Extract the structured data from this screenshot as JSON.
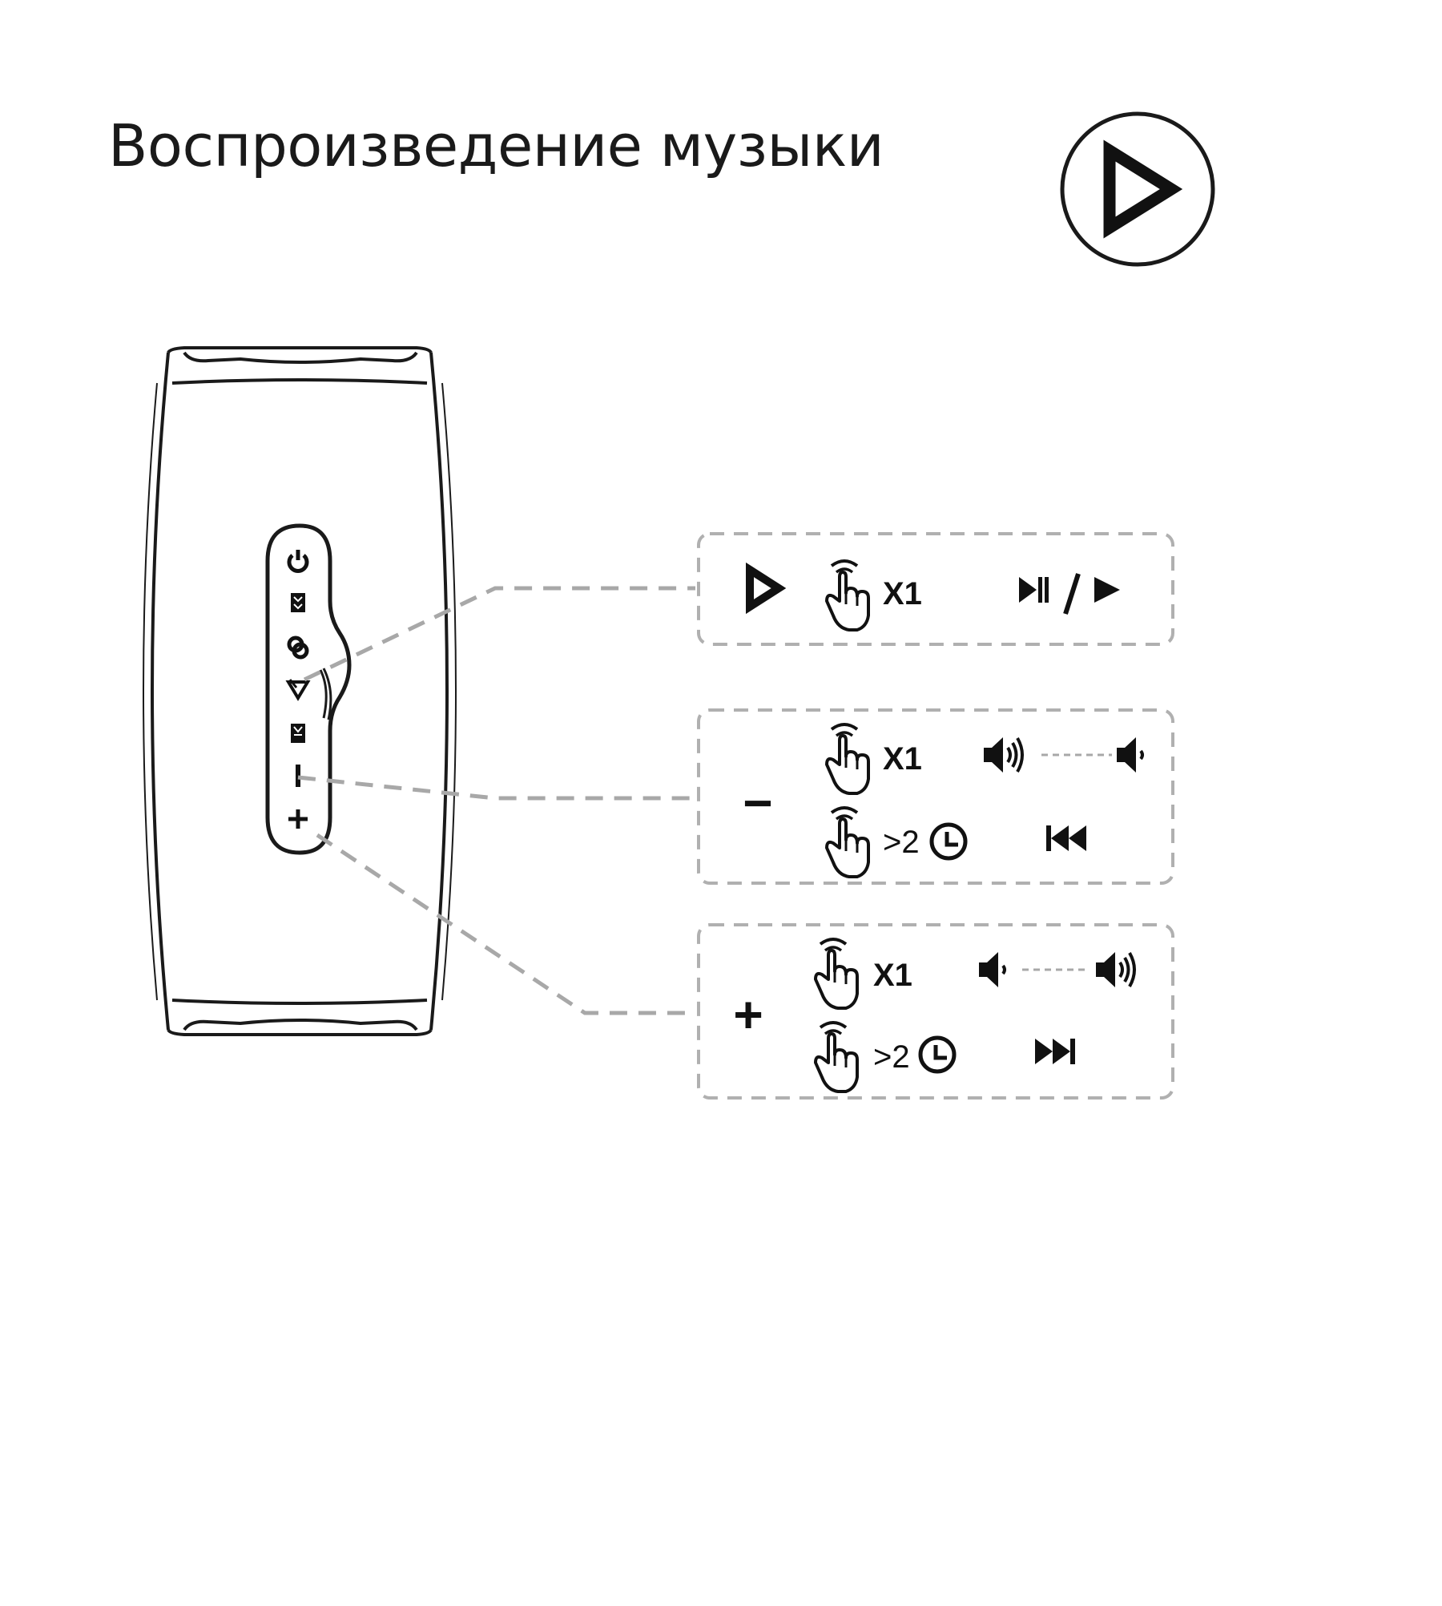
{
  "title": "Воспроизведение музыки",
  "icons": {
    "title_icon": "play-circle-icon",
    "tap_icon": "finger-tap-icon",
    "clock_icon": "clock-icon",
    "play_pause_icon": "play-pause-icon",
    "play_icon": "play-icon",
    "volume_high_icon": "volume-high-icon",
    "volume_low_icon": "volume-low-icon",
    "previous_icon": "previous-track-icon",
    "next_icon": "next-track-icon"
  },
  "callouts": {
    "play": {
      "button_icon": "play-icon",
      "actions": [
        {
          "press": "X1",
          "result": "play-pause / play"
        }
      ]
    },
    "minus": {
      "button_symbol": "−",
      "actions": [
        {
          "press": "X1",
          "result": "volume down"
        },
        {
          "press": ">2",
          "result": "previous track"
        }
      ]
    },
    "plus": {
      "button_symbol": "+",
      "actions": [
        {
          "press": "X1",
          "result": "volume up"
        },
        {
          "press": ">2",
          "result": "next track"
        }
      ]
    }
  },
  "colors": {
    "line": "#1a1a1a",
    "dash": "#a8a8a8"
  }
}
